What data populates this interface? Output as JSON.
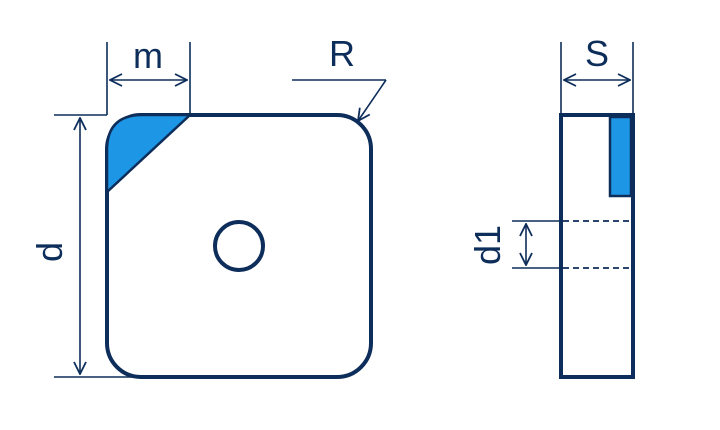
{
  "labels": {
    "m": "m",
    "R": "R",
    "S": "S",
    "d": "d",
    "d1": "d1"
  },
  "colors": {
    "outline": "#0d2d5a",
    "insert_tip": "#1e96e6",
    "background": "#ffffff"
  }
}
